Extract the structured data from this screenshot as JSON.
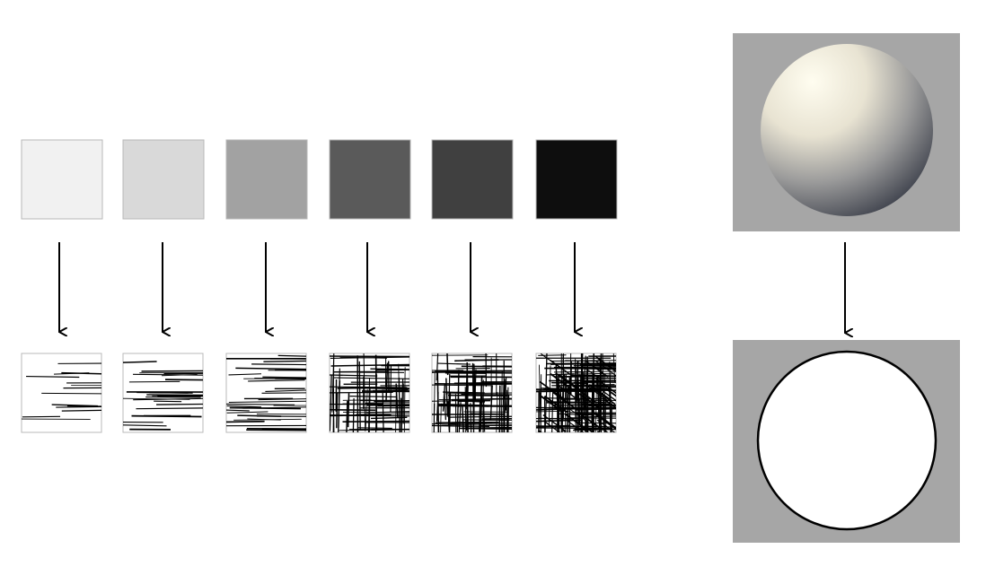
{
  "tones": [
    {
      "level": "very-light",
      "color": "#f1f1f1",
      "density": 1
    },
    {
      "level": "light",
      "color": "#d9d9d9",
      "density": 2
    },
    {
      "level": "mid",
      "color": "#a2a2a2",
      "density": 3
    },
    {
      "level": "dark-mid",
      "color": "#5a5a5a",
      "density": 4
    },
    {
      "level": "dark",
      "color": "#404040",
      "density": 5
    },
    {
      "level": "black",
      "color": "#0e0e0e",
      "density": 6
    }
  ],
  "colors": {
    "arrow": "#000000",
    "swatch_border": "#b8b8b8",
    "sphere_background": "#a6a6a6",
    "sphere_highlight": "#fffdf0",
    "sphere_shadow": "#323642"
  }
}
